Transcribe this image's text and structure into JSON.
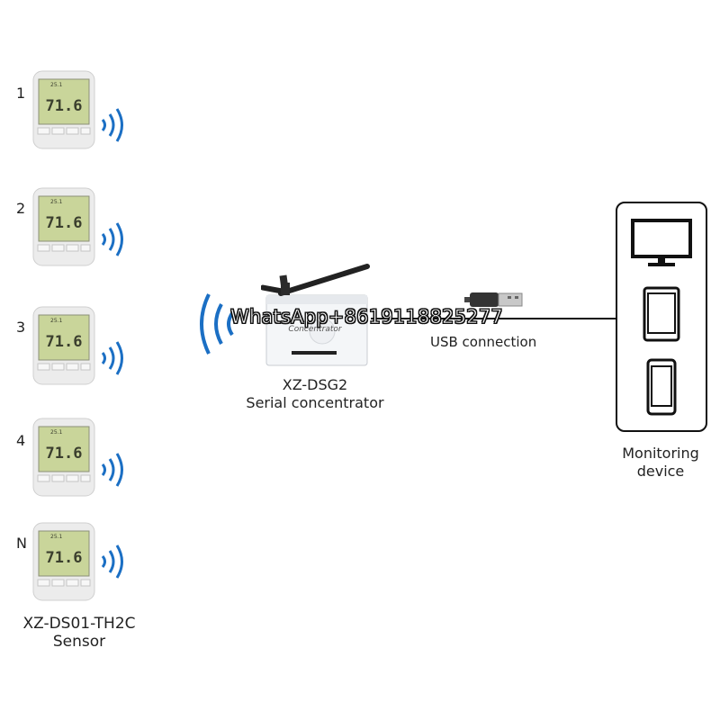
{
  "sensors": [
    {
      "index": "1",
      "reading": "71.6",
      "header": "25.1"
    },
    {
      "index": "2",
      "reading": "71.6",
      "header": "25.1"
    },
    {
      "index": "3",
      "reading": "71.6",
      "header": "25.1"
    },
    {
      "index": "4",
      "reading": "71.6",
      "header": "25.1"
    },
    {
      "index": "N",
      "reading": "71.6",
      "header": "25.1"
    }
  ],
  "sensor_label": {
    "line1": "XZ-DS01-TH2C",
    "line2": "Sensor"
  },
  "gateway": {
    "model": "XZ-DSG2",
    "description": "Serial concentrator",
    "device_text": "Concentrator"
  },
  "connection": {
    "label": "USB connection"
  },
  "monitor": {
    "line1": "Monitoring",
    "line2": "device",
    "devices": [
      "monitor-icon",
      "tablet-icon",
      "phone-icon"
    ]
  },
  "watermark": {
    "text": "WhatsApp+8619118825277"
  },
  "colors": {
    "wave": "#1b6fc4",
    "lcd": "#c9d59a",
    "lcd_text": "#3b3f2e",
    "device_body": "#e8e8e8",
    "line": "#111111"
  }
}
